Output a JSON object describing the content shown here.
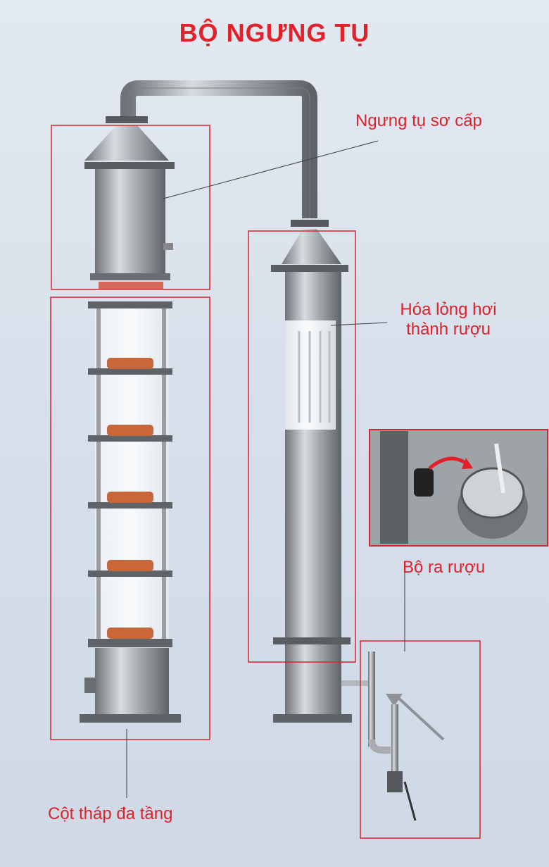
{
  "title": "BỘ NGƯNG TỤ",
  "labels": {
    "primary_condenser": "Ngưng tụ sơ cấp",
    "liquefy_line1": "Hóa lỏng hơi",
    "liquefy_line2": "thành rượu",
    "outlet": "Bộ ra rượu",
    "multi_column": "Cột tháp đa tầng"
  },
  "colors": {
    "accent": "#e0202a",
    "steel": "#a9adb2",
    "copper": "#c8683a"
  }
}
